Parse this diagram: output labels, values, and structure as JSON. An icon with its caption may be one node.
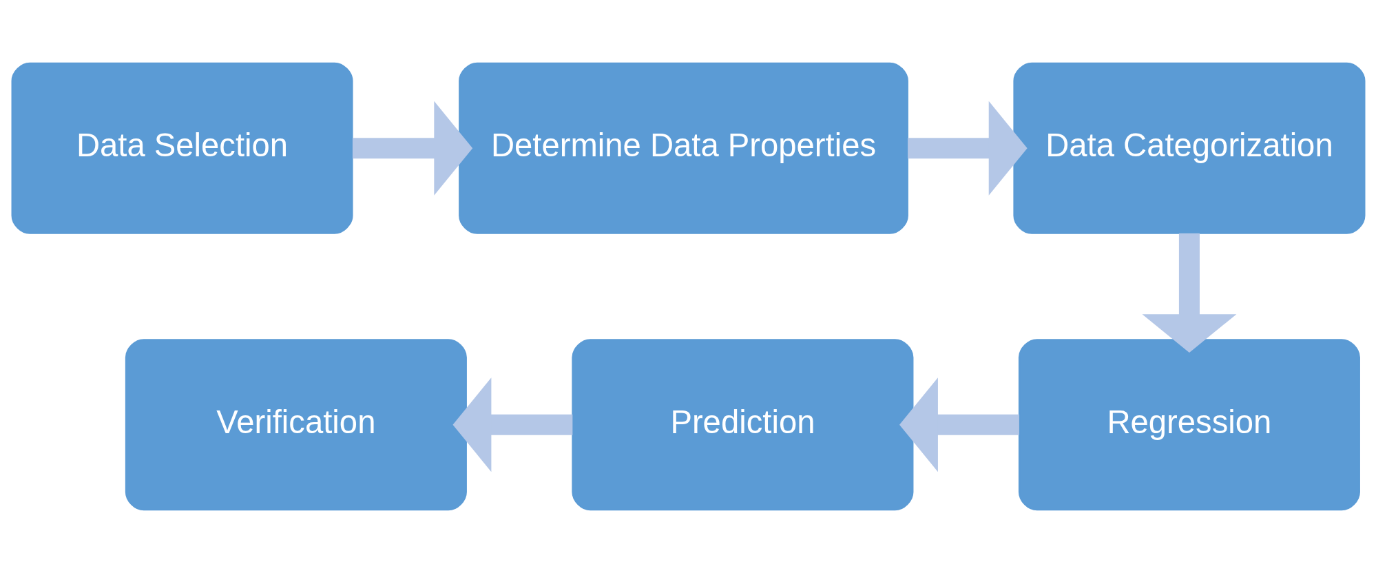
{
  "diagram": {
    "nodes": [
      {
        "text": [
          "Data Selection"
        ]
      },
      {
        "text": [
          "Determine Data Properties"
        ]
      },
      {
        "text": [
          "Data Categorization"
        ]
      },
      {
        "text": [
          "Regression"
        ]
      },
      {
        "text": [
          "Prediction"
        ]
      },
      {
        "text": [
          "Verification"
        ]
      }
    ],
    "edges": [
      {
        "from": 0,
        "to": 1,
        "arrow": "to"
      },
      {
        "from": 1,
        "to": 2,
        "arrow": "to"
      },
      {
        "from": 2,
        "to": 3,
        "arrow": "to"
      },
      {
        "from": 3,
        "to": 4,
        "arrow": "to"
      },
      {
        "from": 4,
        "to": 5,
        "arrow": "to"
      }
    ]
  }
}
